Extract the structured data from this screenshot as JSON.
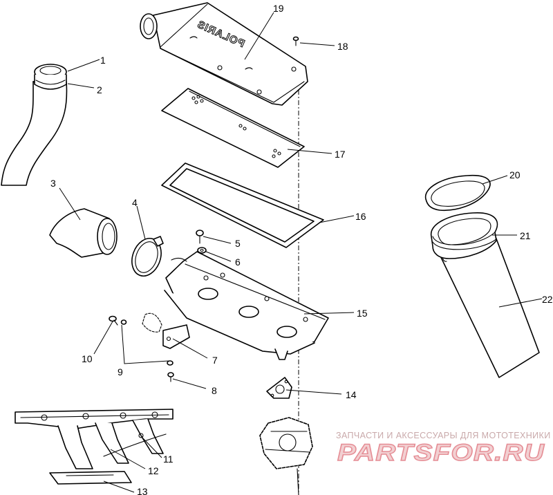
{
  "callouts": [
    "1",
    "2",
    "3",
    "4",
    "5",
    "6",
    "7",
    "8",
    "9",
    "10",
    "11",
    "12",
    "13",
    "14",
    "15",
    "16",
    "17",
    "18",
    "19",
    "20",
    "21",
    "22"
  ],
  "emboss": "POLARIS",
  "watermark": {
    "caption": "ЗАПЧАСТИ И АКСЕССУАРЫ ДЛЯ МОТОТЕХНИКИ",
    "logo": "PARTSFOR.RU"
  }
}
